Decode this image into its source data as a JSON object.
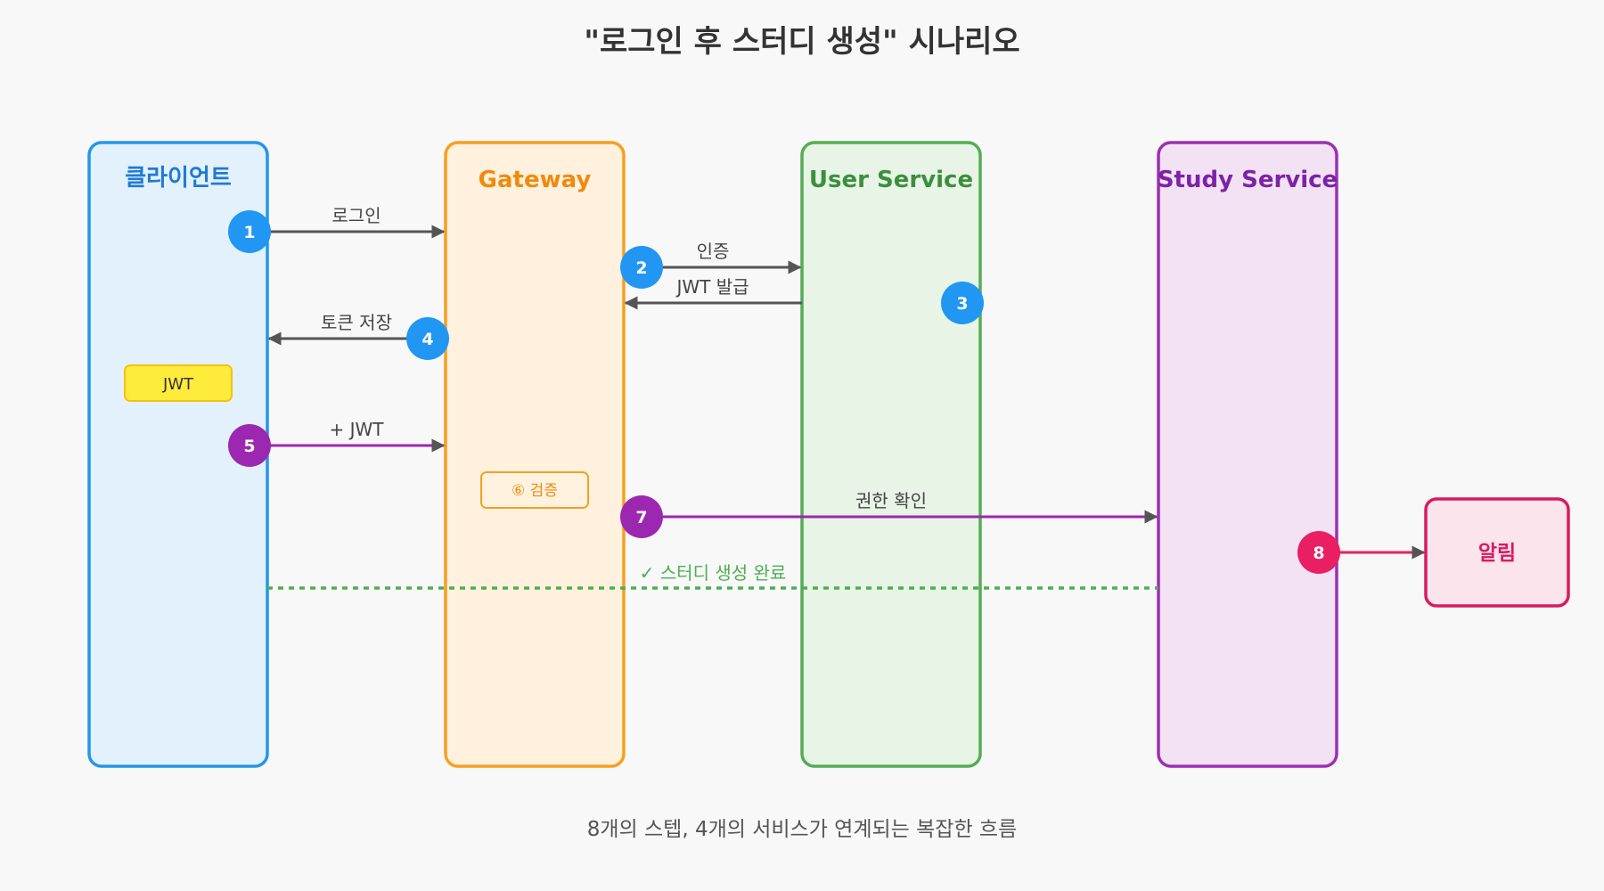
{
  "title": "\"로그인 후 스터디 생성\" 시나리오",
  "lanes": {
    "client": {
      "label": "클라이언트",
      "color": "#1f7ad6",
      "border": "#2596e8",
      "fill": "#e3f1fc"
    },
    "gateway": {
      "label": "Gateway",
      "color": "#f08a0c",
      "border": "#f5a021",
      "fill": "#fff1de"
    },
    "user_service": {
      "label": "User Service",
      "color": "#3b8f3e",
      "border": "#56ac55",
      "fill": "#e8f4e6"
    },
    "study_service": {
      "label": "Study Service",
      "color": "#7d22a6",
      "border": "#9b30b2",
      "fill": "#f3e2f4"
    }
  },
  "notification": {
    "label": "알림",
    "color": "#d81b60",
    "fill": "#fce4ec"
  },
  "jwt_badge": "JWT",
  "verify_badge": "⑥ 검증",
  "steps": [
    {
      "num": "1",
      "label": "로그인",
      "color": "#2196f3"
    },
    {
      "num": "2",
      "label": "인증",
      "color": "#2196f3"
    },
    {
      "num": "",
      "label": "JWT 발급",
      "color": "#555555"
    },
    {
      "num": "3",
      "label": "",
      "color": "#2196f3"
    },
    {
      "num": "4",
      "label": "토큰 저장",
      "color": "#2196f3"
    },
    {
      "num": "5",
      "label": "+ JWT",
      "color": "#9c27b0"
    },
    {
      "num": "7",
      "label": "권한 확인",
      "color": "#9c27b0"
    },
    {
      "num": "8",
      "label": "",
      "color": "#e91e63"
    }
  ],
  "completion": {
    "label": "✓ 스터디 생성 완료",
    "color": "#4caf50"
  },
  "footer": "8개의 스텝, 4개의 서비스가 연계되는 복잡한 흐름"
}
